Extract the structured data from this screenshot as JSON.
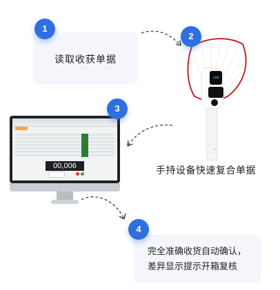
{
  "steps": [
    {
      "number": "1",
      "label": "读取收获单据"
    },
    {
      "number": "2",
      "label": "手持设备快速复合单据"
    },
    {
      "number": "3"
    },
    {
      "number": "4",
      "label_line1": "完全准确收货自动确认，",
      "label_line2": "差异显示提示开箱复核"
    }
  ],
  "screen": {
    "counter": "00,006"
  },
  "device": {
    "screen_text": "128",
    "symbol": "÷"
  },
  "colors": {
    "badge": "#2f6fe0",
    "card": "#f4f6fb",
    "rfid_frame": "#c1272d"
  }
}
